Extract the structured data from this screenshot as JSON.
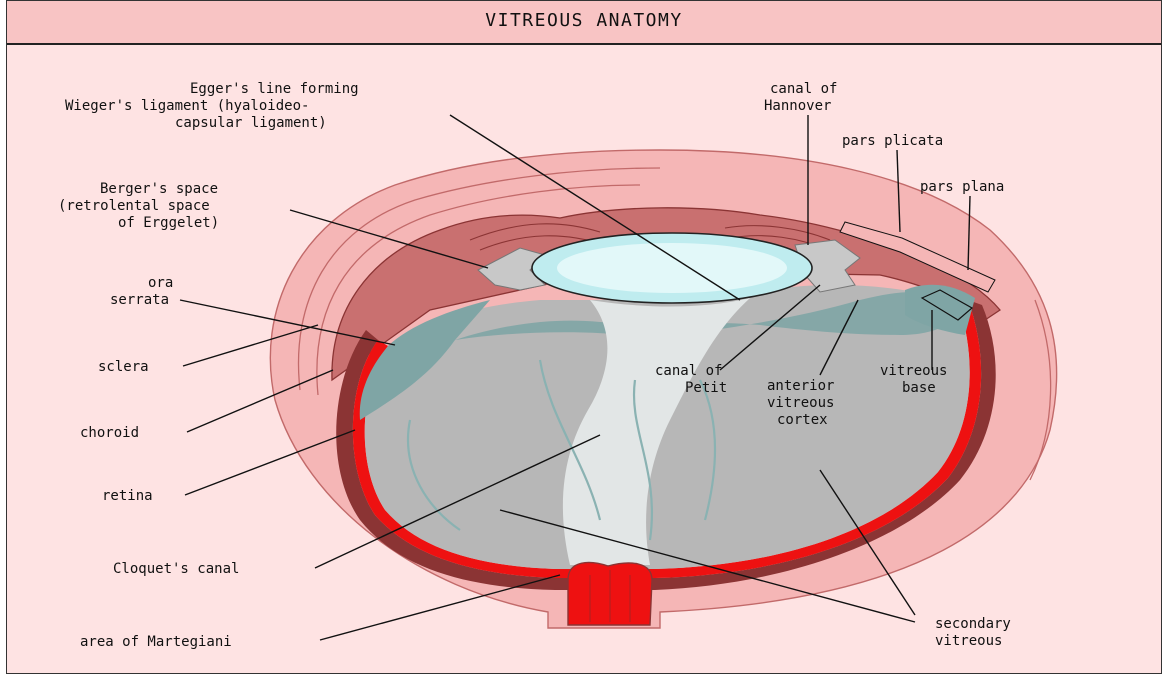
{
  "title": "VITREOUS ANATOMY",
  "labels": {
    "eggers_1": "Egger's line forming",
    "eggers_2": "Wieger's ligament (hyaloideo-",
    "eggers_3": "capsular ligament)",
    "berger_1": "Berger's space",
    "berger_2": "(retrolental space",
    "berger_3": "of Erggelet)",
    "ora_1": "ora",
    "ora_2": "serrata",
    "sclera": "sclera",
    "choroid": "choroid",
    "retina": "retina",
    "cloquet": "Cloquet's canal",
    "martegiani": "area of Martegiani",
    "hannover_1": "canal of",
    "hannover_2": "Hannover",
    "pars_plicata": "pars plicata",
    "pars_plana": "pars plana",
    "petit_1": "canal of",
    "petit_2": "Petit",
    "avc_1": "anterior",
    "avc_2": "vitreous",
    "avc_3": "cortex",
    "vb_1": "vitreous",
    "vb_2": "base",
    "sv_1": "secondary",
    "sv_2": "vitreous"
  },
  "colors": {
    "background": "#fee3e3",
    "title_bar": "#f8c4c4",
    "sclera": "#f5b6b6",
    "sclera_outline": "#c26a6a",
    "ciliary_body": "#c97070",
    "choroid": "#8b3434",
    "retina": "#ee1111",
    "vitreous": "#b7b7b7",
    "vitreous_base": "#7fa5a5",
    "lens": "#bfecef",
    "cloquet_canal": "#e2e6e6"
  }
}
